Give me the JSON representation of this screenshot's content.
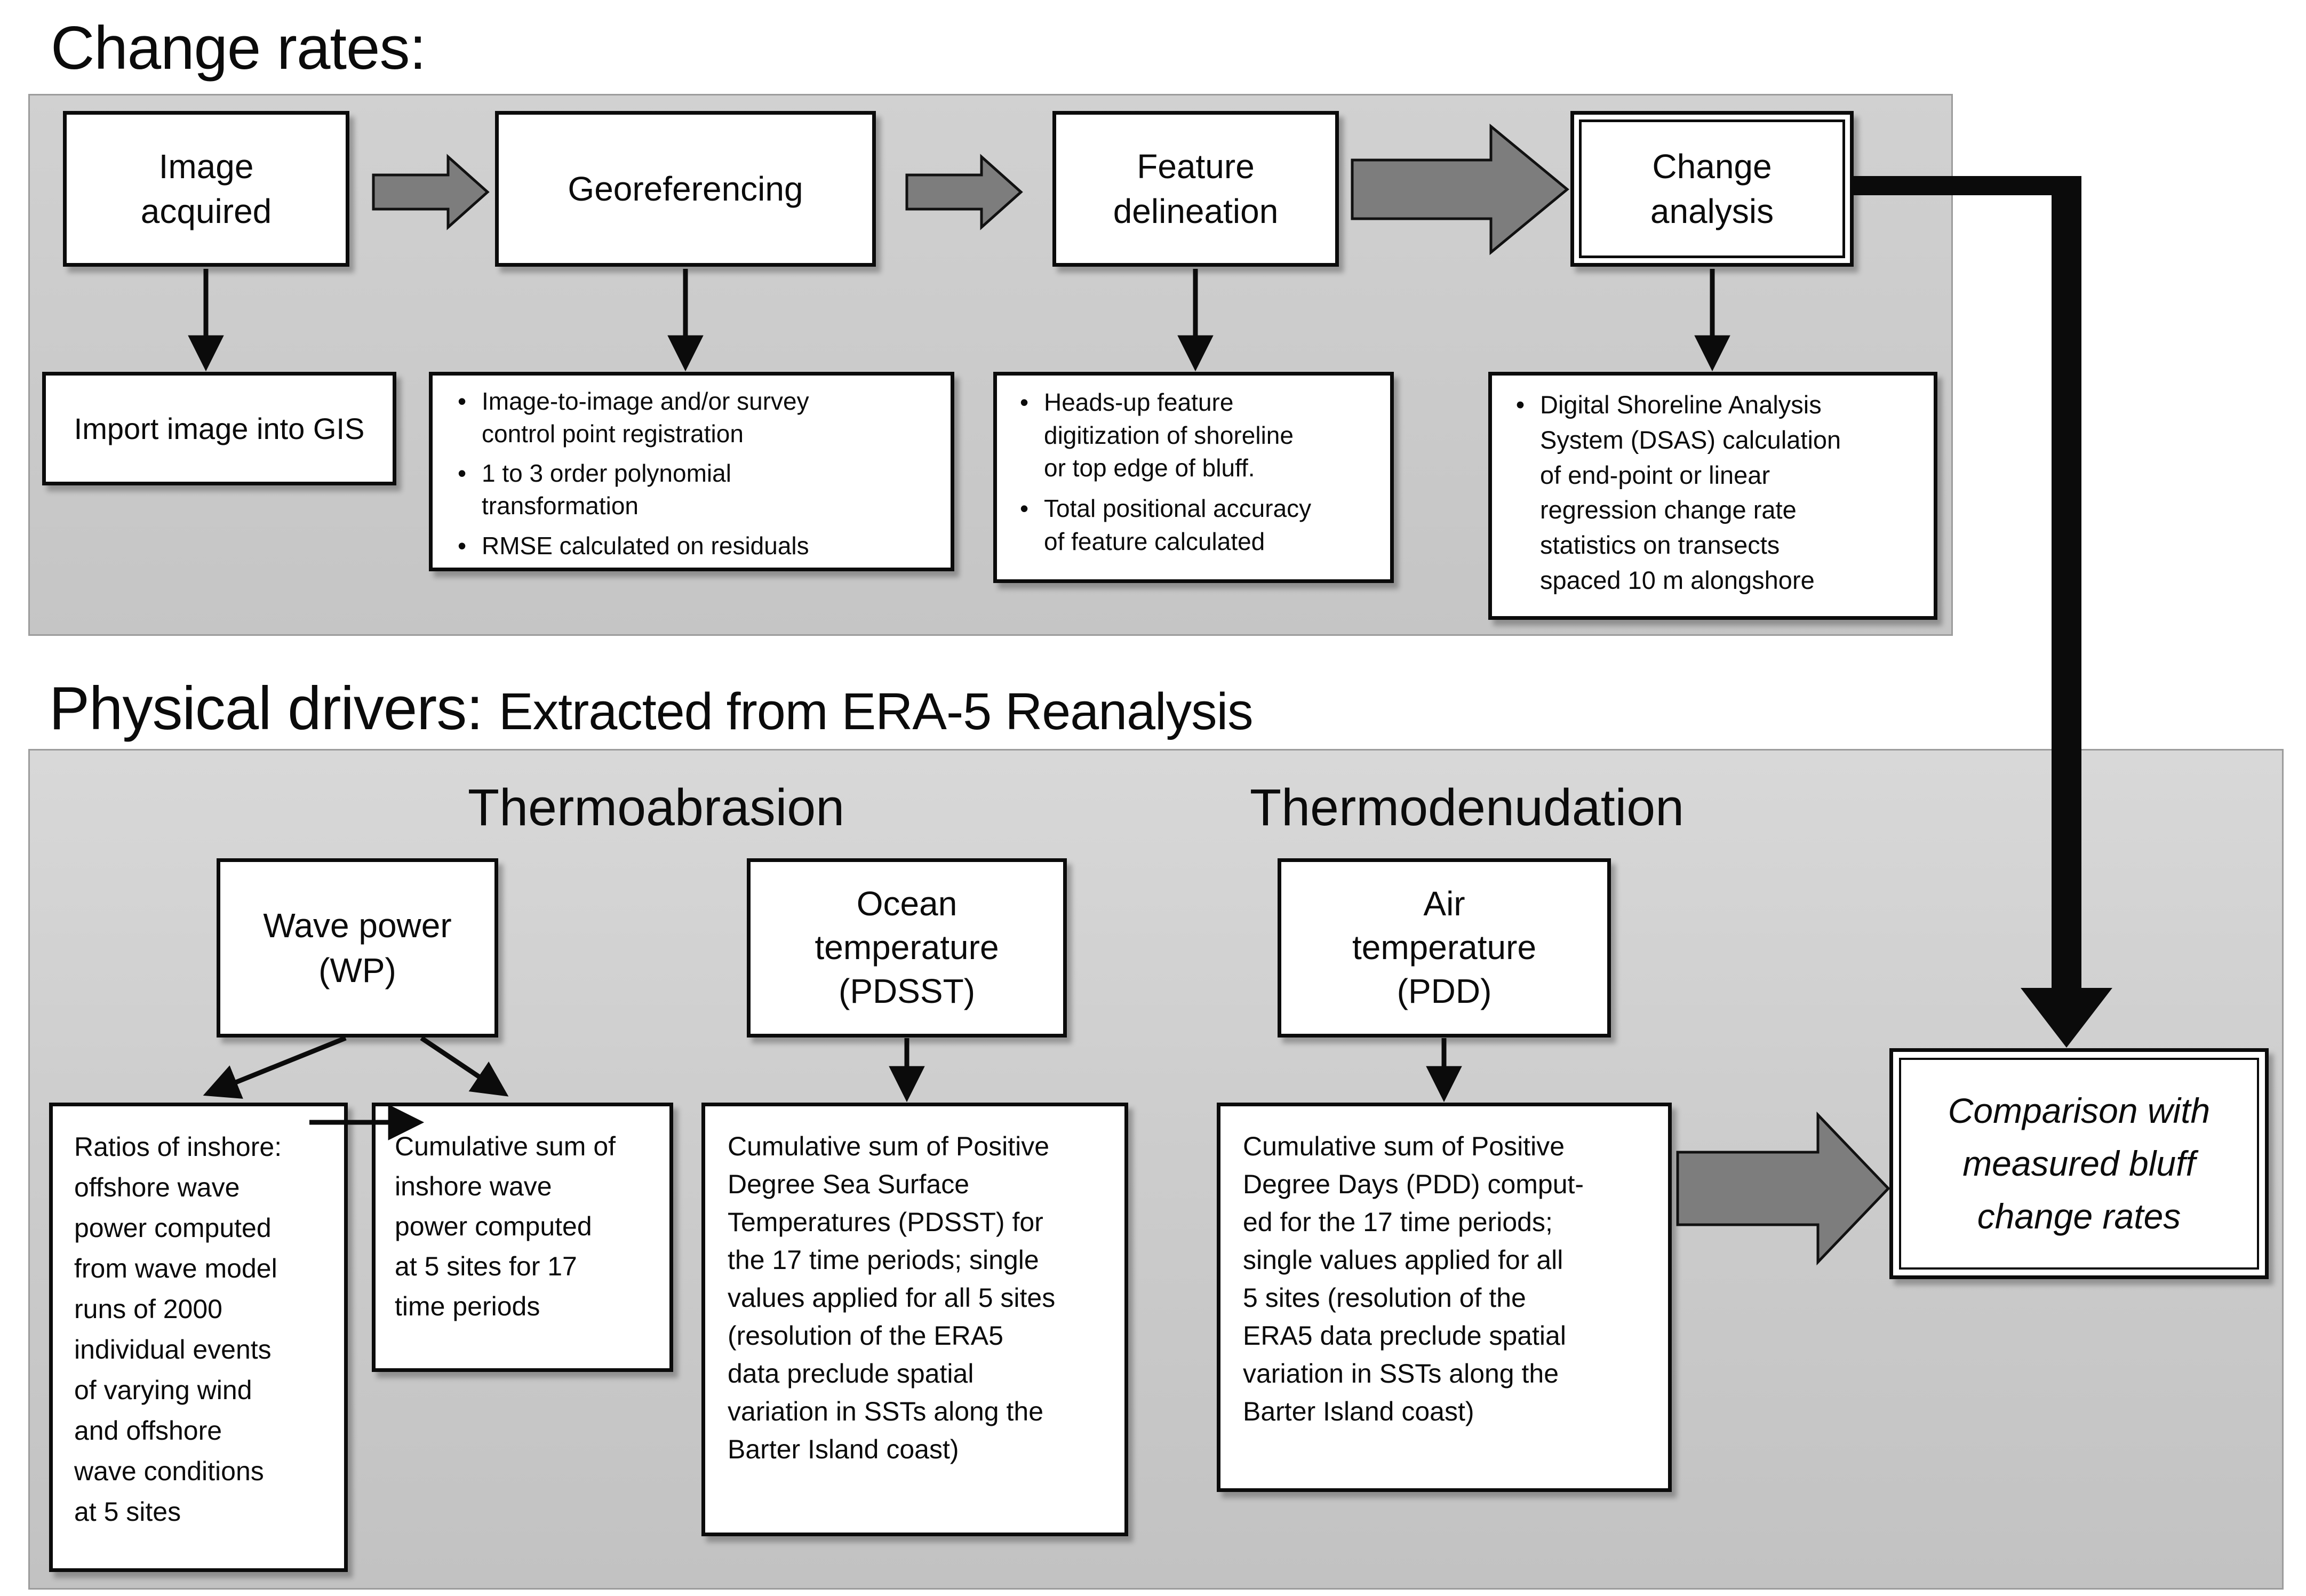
{
  "titles": {
    "change_rates": "Change rates:",
    "physical_drivers": "Physical drivers:",
    "physical_drivers_sub": "Extracted from ERA-5 Reanalysis"
  },
  "top_flow": {
    "step_image_acquired": "Image\nacquired",
    "step_georeferencing": "Georeferencing",
    "step_feature_delineation": "Feature\ndelineation",
    "step_change_analysis": "Change\nanalysis",
    "import_note": "Import image into GIS",
    "georef_bullets": [
      "Image-to-image and/or survey\ncontrol point registration",
      "1 to 3 order polynomial\ntransformation",
      "RMSE calculated on residuals"
    ],
    "feature_bullets": [
      "Heads-up feature\ndigitization of shoreline\nor top edge of bluff.",
      "Total positional accuracy\nof feature calculated"
    ],
    "dsas_bullets": [
      "Digital Shoreline Analysis\nSystem (DSAS) calculation\nof end-point or linear\nregression change rate\nstatistics on transects\nspaced 10 m alongshore"
    ]
  },
  "drivers": {
    "header_thermoabrasion": "Thermoabrasion",
    "header_thermodenudation": "Thermodenudation",
    "box_wave_power": "Wave power\n(WP)",
    "box_ocean_temperature": "Ocean\ntemperature\n(PDSST)",
    "box_air_temperature": "Air\ntemperature\n(PDD)",
    "ratios_note": "Ratios of inshore:\noffshore wave\npower computed\nfrom wave model\nruns of 2000\nindividual events\nof varying wind\nand offshore\nwave conditions\nat 5 sites",
    "cumsum_wave_note": "Cumulative sum of\ninshore wave\npower computed\nat 5 sites for 17\ntime periods",
    "pdsst_note": "Cumulative sum of Positive\nDegree Sea Surface\nTemperatures (PDSST) for\nthe 17 time periods; single\nvalues applied for all 5 sites\n(resolution of the ERA5\ndata preclude spatial\nvariation in SSTs along the\nBarter Island coast)",
    "pdd_note": "Cumulative sum of Positive\nDegree Days (PDD) comput-\ned for the 17 time periods;\nsingle values applied for all\n5 sites (resolution of the\nERA5 data preclude spatial\nvariation in SSTs along the\nBarter Island coast)"
  },
  "comparison": {
    "label": "Comparison with\nmeasured bluff\nchange rates"
  },
  "colors": {
    "panel_gray": "#c9c9c9",
    "block_arrow_fill": "#7d7d7d",
    "black_arrow": "#0b0b0b",
    "box_border": "#0b0b0b"
  }
}
